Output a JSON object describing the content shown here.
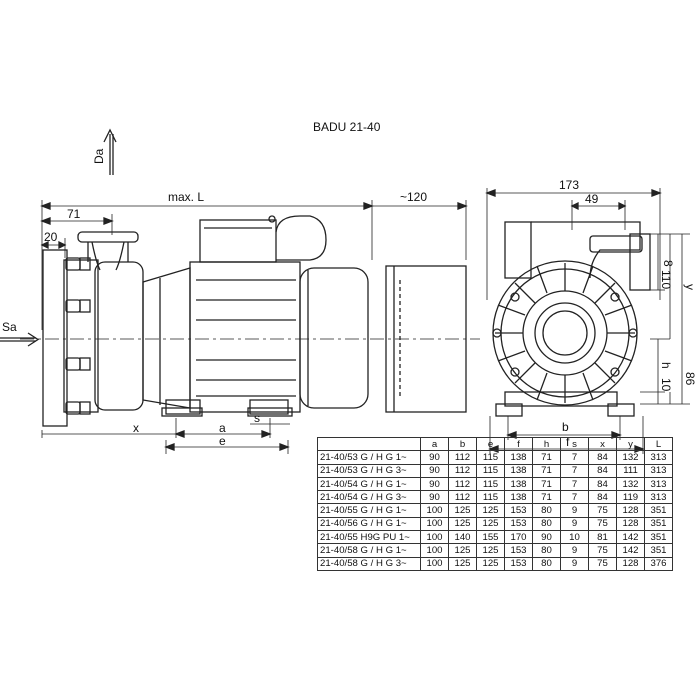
{
  "title": "BADU 21-40",
  "labels": {
    "da": "Da",
    "sa": "Sa",
    "max_l": "max. L",
    "approx_120": "~120",
    "d71": "71",
    "d20": "20",
    "x": "x",
    "a": "a",
    "s": "s",
    "e": "e",
    "d173": "173",
    "d49": "49",
    "d8": "8",
    "d110": "110",
    "y": "y",
    "h": "h",
    "d10": "10",
    "d86": "86",
    "b": "b",
    "f": "f"
  },
  "table": {
    "headers": [
      "",
      "a",
      "b",
      "e",
      "f",
      "h",
      "s",
      "x",
      "y",
      "L"
    ],
    "rows": [
      [
        "21-40/53 G / H G 1~",
        "90",
        "112",
        "115",
        "138",
        "71",
        "7",
        "84",
        "132",
        "313"
      ],
      [
        "21-40/53 G / H G 3~",
        "90",
        "112",
        "115",
        "138",
        "71",
        "7",
        "84",
        "111",
        "313"
      ],
      [
        "21-40/54 G / H G 1~",
        "90",
        "112",
        "115",
        "138",
        "71",
        "7",
        "84",
        "132",
        "313"
      ],
      [
        "21-40/54 G / H G 3~",
        "90",
        "112",
        "115",
        "138",
        "71",
        "7",
        "84",
        "119",
        "313"
      ],
      [
        "21-40/55 G / H G 1~",
        "100",
        "125",
        "125",
        "153",
        "80",
        "9",
        "75",
        "128",
        "351"
      ],
      [
        "21-40/56 G / H G 1~",
        "100",
        "125",
        "125",
        "153",
        "80",
        "9",
        "75",
        "128",
        "351"
      ],
      [
        "21-40/55 H9G PU 1~",
        "100",
        "140",
        "155",
        "170",
        "90",
        "10",
        "81",
        "142",
        "351"
      ],
      [
        "21-40/58 G / H G 1~",
        "100",
        "125",
        "125",
        "153",
        "80",
        "9",
        "75",
        "142",
        "351"
      ],
      [
        "21-40/58 G / H G 3~",
        "100",
        "125",
        "125",
        "153",
        "80",
        "9",
        "75",
        "128",
        "376"
      ]
    ]
  }
}
